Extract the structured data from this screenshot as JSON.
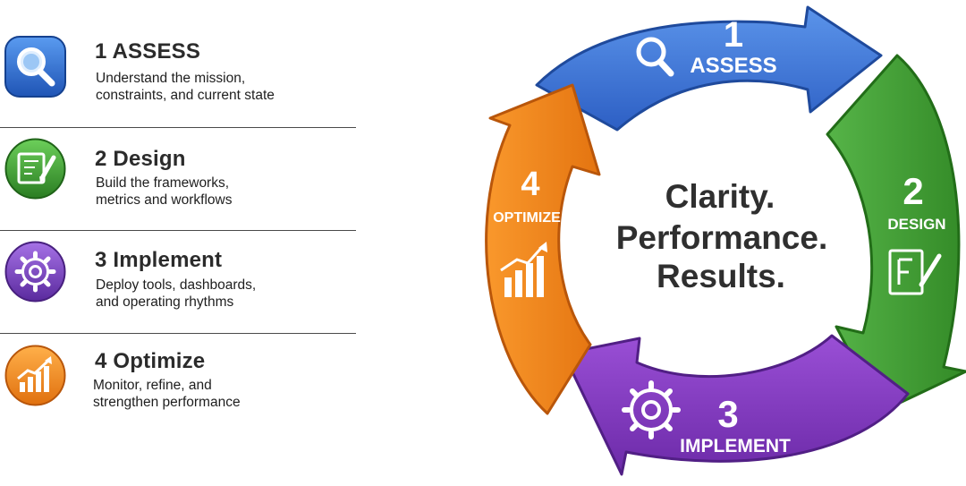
{
  "steps": [
    {
      "title": "1 ASSESS",
      "desc_line1": "Understand the mission,",
      "desc_line2": "constraints, and current state",
      "icon": "search-icon",
      "color": "#2f6fd1"
    },
    {
      "title": "2 Design",
      "desc_line1": "Build the frameworks,",
      "desc_line2": "metrics and workflows",
      "icon": "blueprint-pencil-icon",
      "color": "#3e9e34"
    },
    {
      "title": "3 Implement",
      "desc_line1": "Deploy tools, dashboards,",
      "desc_line2": "and operating rhythms",
      "icon": "gear-icon",
      "color": "#7b3fbf"
    },
    {
      "title": "4 Optimize",
      "desc_line1": "Monitor, refine, and",
      "desc_line2": "strengthen performance",
      "icon": "chart-up-icon",
      "color": "#f08a1c"
    }
  ],
  "cycle": {
    "center_line1": "Clarity.",
    "center_line2": "Performance.",
    "center_line3": "Results.",
    "segments": [
      {
        "number": "1",
        "label": "ASSESS",
        "color": "#3a72d6"
      },
      {
        "number": "2",
        "label": "DESIGN",
        "color": "#45a23a"
      },
      {
        "number": "3",
        "label": "IMPLEMENT",
        "color": "#8a3fc4"
      },
      {
        "number": "4",
        "label": "OPTIMIZE",
        "color": "#f2861b"
      }
    ]
  }
}
